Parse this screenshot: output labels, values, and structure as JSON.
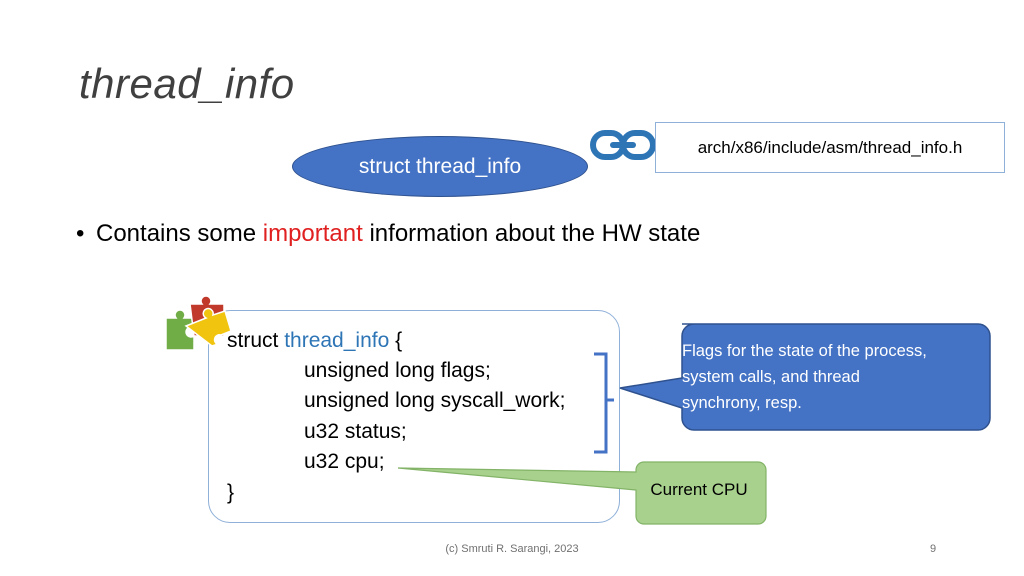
{
  "slide": {
    "title": "thread_info",
    "struct_oval": "struct thread_info",
    "file_path": "arch/x86/include/asm/thread_info.h",
    "bullet": {
      "before": "Contains some ",
      "highlight": "important",
      "after": " information about the HW state"
    },
    "code": {
      "line1_keyword": "struct ",
      "line1_name": "thread_info",
      "line1_brace": " {",
      "fields": [
        "unsigned long flags;",
        "unsigned long syscall_work;",
        "u32 status;",
        "u32 cpu;"
      ],
      "closing": "}"
    },
    "callout_flags": [
      "Flags for the state of the process,",
      "system calls, and thread",
      "synchrony, resp."
    ],
    "callout_cpu": "Current CPU",
    "footer": "(c) Smruti R. Sarangi, 2023",
    "page_number": "9"
  },
  "colors": {
    "accent_blue": "#4472c4",
    "highlight_red": "#e02020",
    "keyword_blue": "#2e75b6",
    "callout_green": "#a9d18e"
  },
  "icons": [
    "link-icon",
    "puzzle-icon"
  ]
}
